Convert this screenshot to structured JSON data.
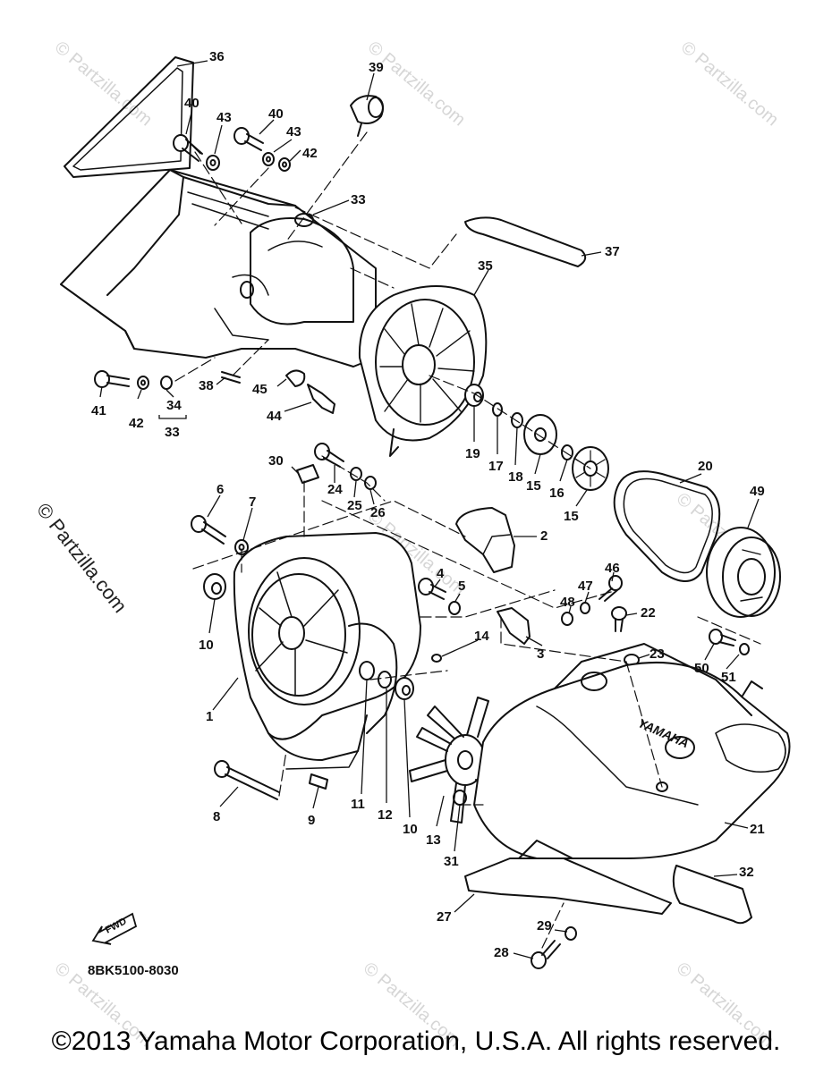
{
  "watermark_text": "© Partzilla.com",
  "side_watermark": "© Partzilla.com",
  "part_code": "8BK5100-8030",
  "fwd_label": "FWD",
  "brand_mark": "YAMAHA",
  "copyright": "©2013 Yamaha Motor Corporation, U.S.A. All rights reserved.",
  "callouts": [
    "36",
    "39",
    "40",
    "43",
    "40",
    "43",
    "42",
    "33",
    "37",
    "35",
    "41",
    "42",
    "34",
    "33",
    "38",
    "45",
    "44",
    "19",
    "17",
    "18",
    "15",
    "16",
    "15",
    "20",
    "49",
    "30",
    "24",
    "25",
    "26",
    "6",
    "7",
    "2",
    "4",
    "5",
    "46",
    "47",
    "48",
    "22",
    "10",
    "1",
    "14",
    "3",
    "23",
    "50",
    "51",
    "11",
    "12",
    "10",
    "13",
    "8",
    "9",
    "31",
    "21",
    "32",
    "27",
    "29",
    "28"
  ]
}
